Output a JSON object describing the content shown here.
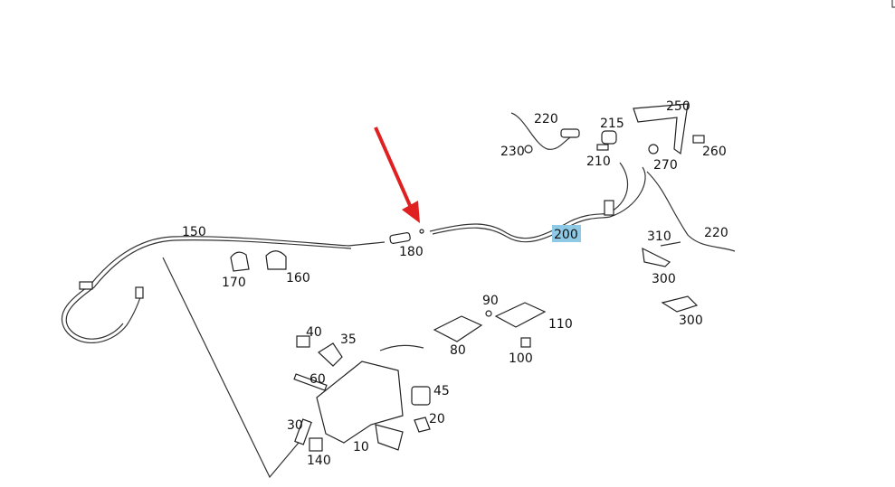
{
  "diagram": {
    "highlight_color": "#8ecae6",
    "arrow_color": "#e02020",
    "highlighted_part": "200",
    "labels": {
      "p150": "150",
      "p170": "170",
      "p160": "160",
      "p180": "180",
      "p200": "200",
      "p220a": "220",
      "p215": "215",
      "p250": "250",
      "p230": "230",
      "p210": "210",
      "p270": "270",
      "p260": "260",
      "p310": "310",
      "p220b": "220",
      "p300a": "300",
      "p300b": "300",
      "p90": "90",
      "p110": "110",
      "p40": "40",
      "p35": "35",
      "p80": "80",
      "p100": "100",
      "p60": "60",
      "p45": "45",
      "p30": "30",
      "p20": "20",
      "p140": "140",
      "p10": "10"
    }
  }
}
